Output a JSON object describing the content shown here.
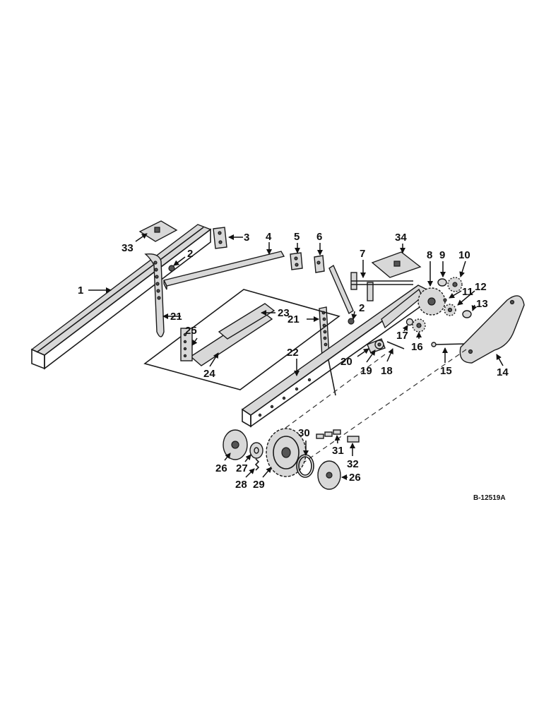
{
  "callouts": {
    "c1": "1",
    "c2a": "2",
    "c2b": "2",
    "c3": "3",
    "c4": "4",
    "c5": "5",
    "c6": "6",
    "c7": "7",
    "c8": "8",
    "c9": "9",
    "c10": "10",
    "c11": "11",
    "c12": "12",
    "c13": "13",
    "c14": "14",
    "c15": "15",
    "c16": "16",
    "c17": "17",
    "c18": "18",
    "c19": "19",
    "c20": "20",
    "c21a": "21",
    "c21b": "21",
    "c22": "22",
    "c23": "23",
    "c24": "24",
    "c25": "25",
    "c26a": "26",
    "c26b": "26",
    "c27": "27",
    "c28": "28",
    "c29": "29",
    "c30": "30",
    "c31": "31",
    "c32": "32",
    "c33": "33",
    "c34": "34"
  },
  "reference": "B-12519A"
}
